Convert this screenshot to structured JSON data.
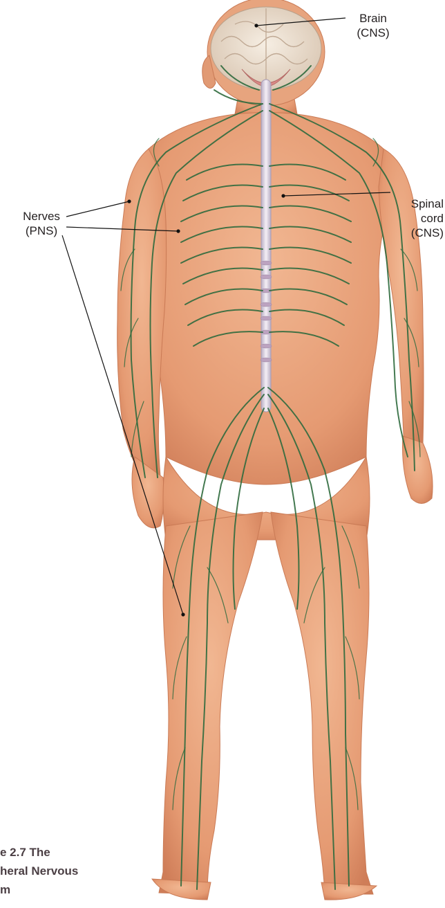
{
  "figure": {
    "labels": {
      "brain": {
        "line1": "Brain",
        "line2": "(CNS)"
      },
      "spinal_cord": {
        "line1": "Spinal",
        "line2": "cord",
        "line3": "(CNS)"
      },
      "nerves": {
        "line1": "Nerves",
        "line2": "(PNS)"
      }
    },
    "caption": {
      "line1": "e 2.7  The",
      "line2": "heral Nervous",
      "line3": "m"
    },
    "colors": {
      "skin": "#e8a07a",
      "nerve": "#2f6b3e",
      "brain": "#e9dccd",
      "spinal_cord": "#cfc4d6",
      "leader_line": "#111111"
    }
  }
}
